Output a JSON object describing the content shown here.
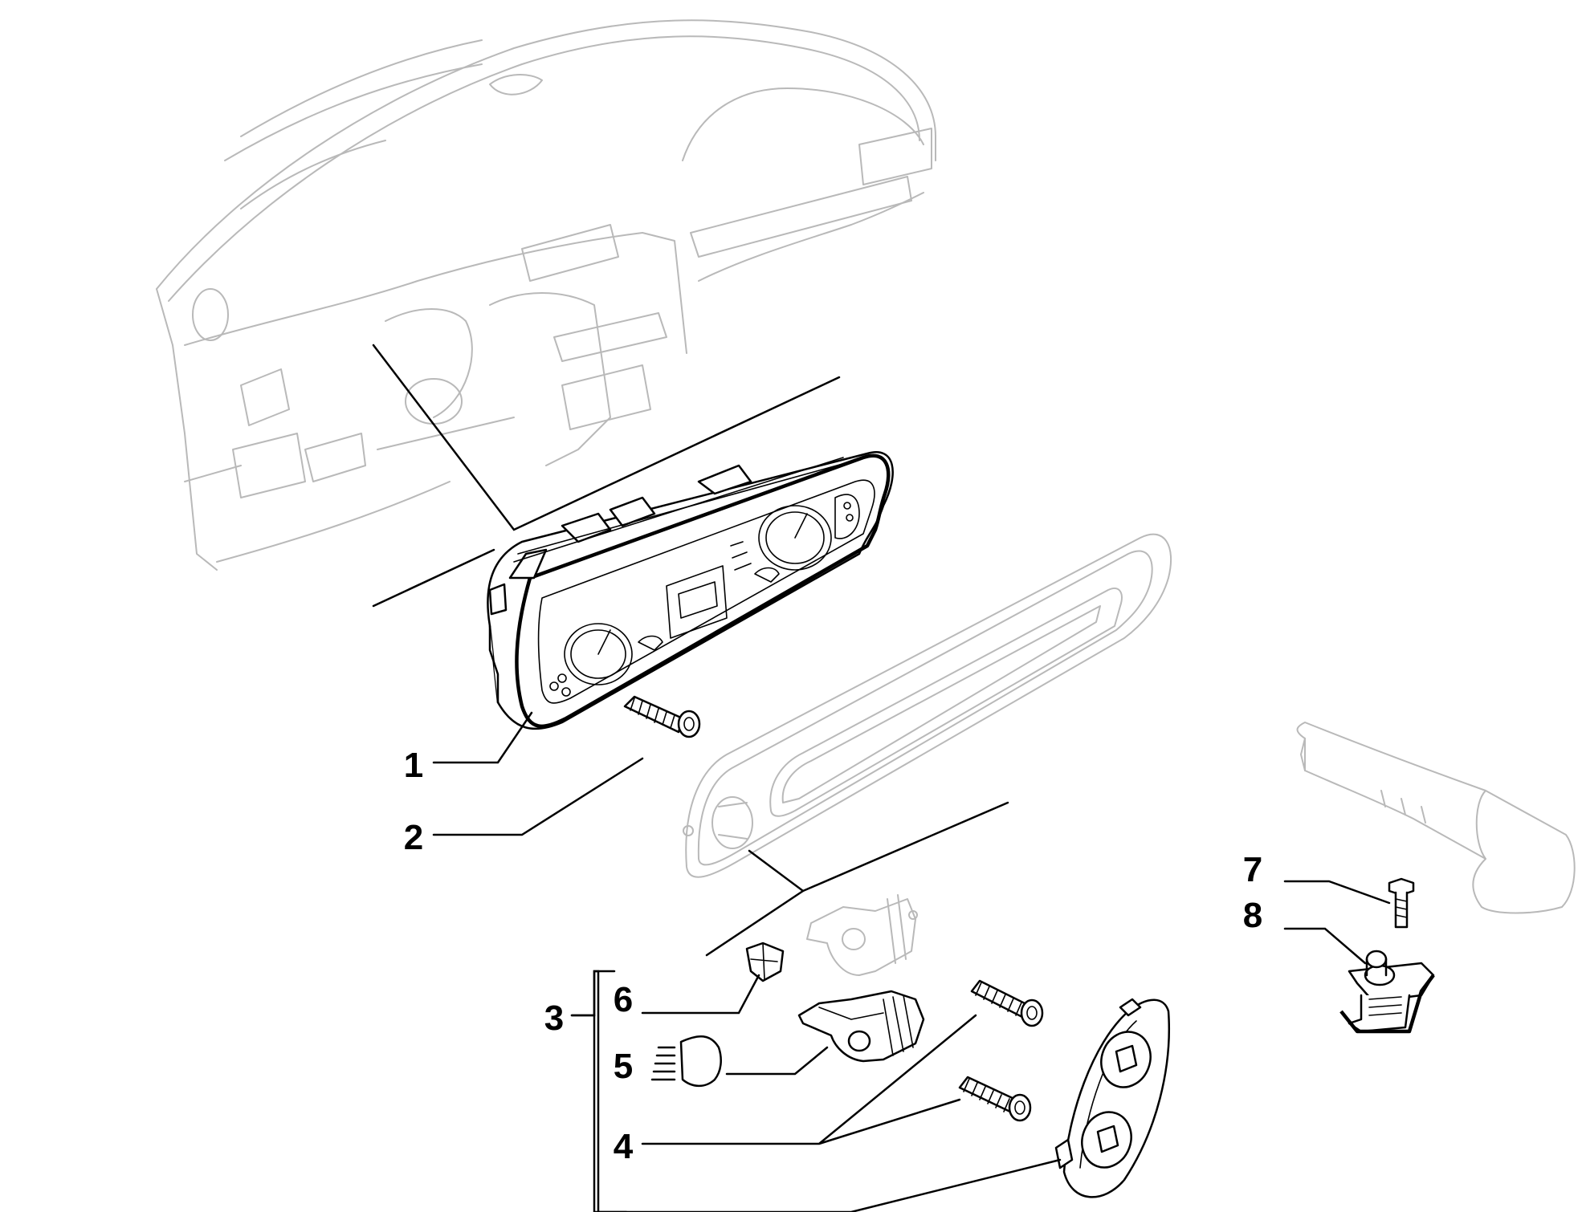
{
  "diagram": {
    "callouts": [
      {
        "id": "1",
        "label": "1"
      },
      {
        "id": "2",
        "label": "2"
      },
      {
        "id": "3",
        "label": "3"
      },
      {
        "id": "4",
        "label": "4"
      },
      {
        "id": "5",
        "label": "5"
      },
      {
        "id": "6",
        "label": "6"
      },
      {
        "id": "7",
        "label": "7"
      },
      {
        "id": "8",
        "label": "8"
      }
    ],
    "symbols": [
      {
        "callout": "5",
        "icon": "headlight-beam-icon"
      }
    ],
    "colors": {
      "line": "#000000",
      "ghost_outline": "#b9b9b9",
      "background": "#ffffff"
    }
  }
}
